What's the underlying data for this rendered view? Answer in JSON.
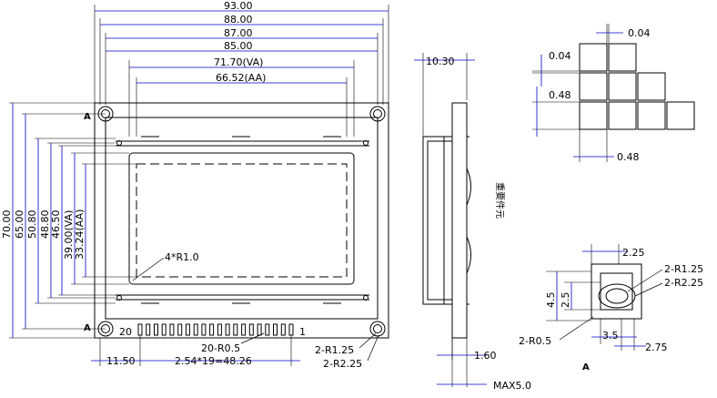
{
  "front_view": {
    "width_outer": "93.00",
    "width_pcb": "88.00",
    "width_holes": "87.00",
    "width_glass": "85.00",
    "width_va": "71.70(VA)",
    "width_aa": "66.52(AA)",
    "height_outer": "70.00",
    "height_pcb": "65.00",
    "height_glass": "50.80",
    "height_glass2": "48.80",
    "height_inner": "46.50",
    "height_va": "39.00(VA)",
    "height_aa": "33.24(AA)",
    "corner_radius": "4*R1.0",
    "pin_first_offset": "11.50",
    "pin_pitch": "2.54*19=48.26",
    "pin_radius": "20-R0.5",
    "pin_label_left": "20",
    "pin_label_right": "1",
    "hole_r1": "2-R1.25",
    "hole_r2": "2-R2.25",
    "detail_marker_top": "A",
    "detail_marker_bottom": "A"
  },
  "side_view": {
    "thickness_total": "10.30",
    "pcb_thickness": "1.60",
    "max_height": "MAX5.0",
    "component_note": "重要件元"
  },
  "pixel_detail": {
    "gap_top": "0.04",
    "gap_left": "0.04",
    "dot_h": "0.48",
    "dot_w": "0.48"
  },
  "hole_detail": {
    "width_top": "2.25",
    "r_outer_1": "2-R1.25",
    "r_outer_2": "2-R2.25",
    "height_1": "4.5",
    "height_2": "2.5",
    "corner": "2-R0.5",
    "width_1": "3.5",
    "width_2": "2.75",
    "label": "A"
  }
}
